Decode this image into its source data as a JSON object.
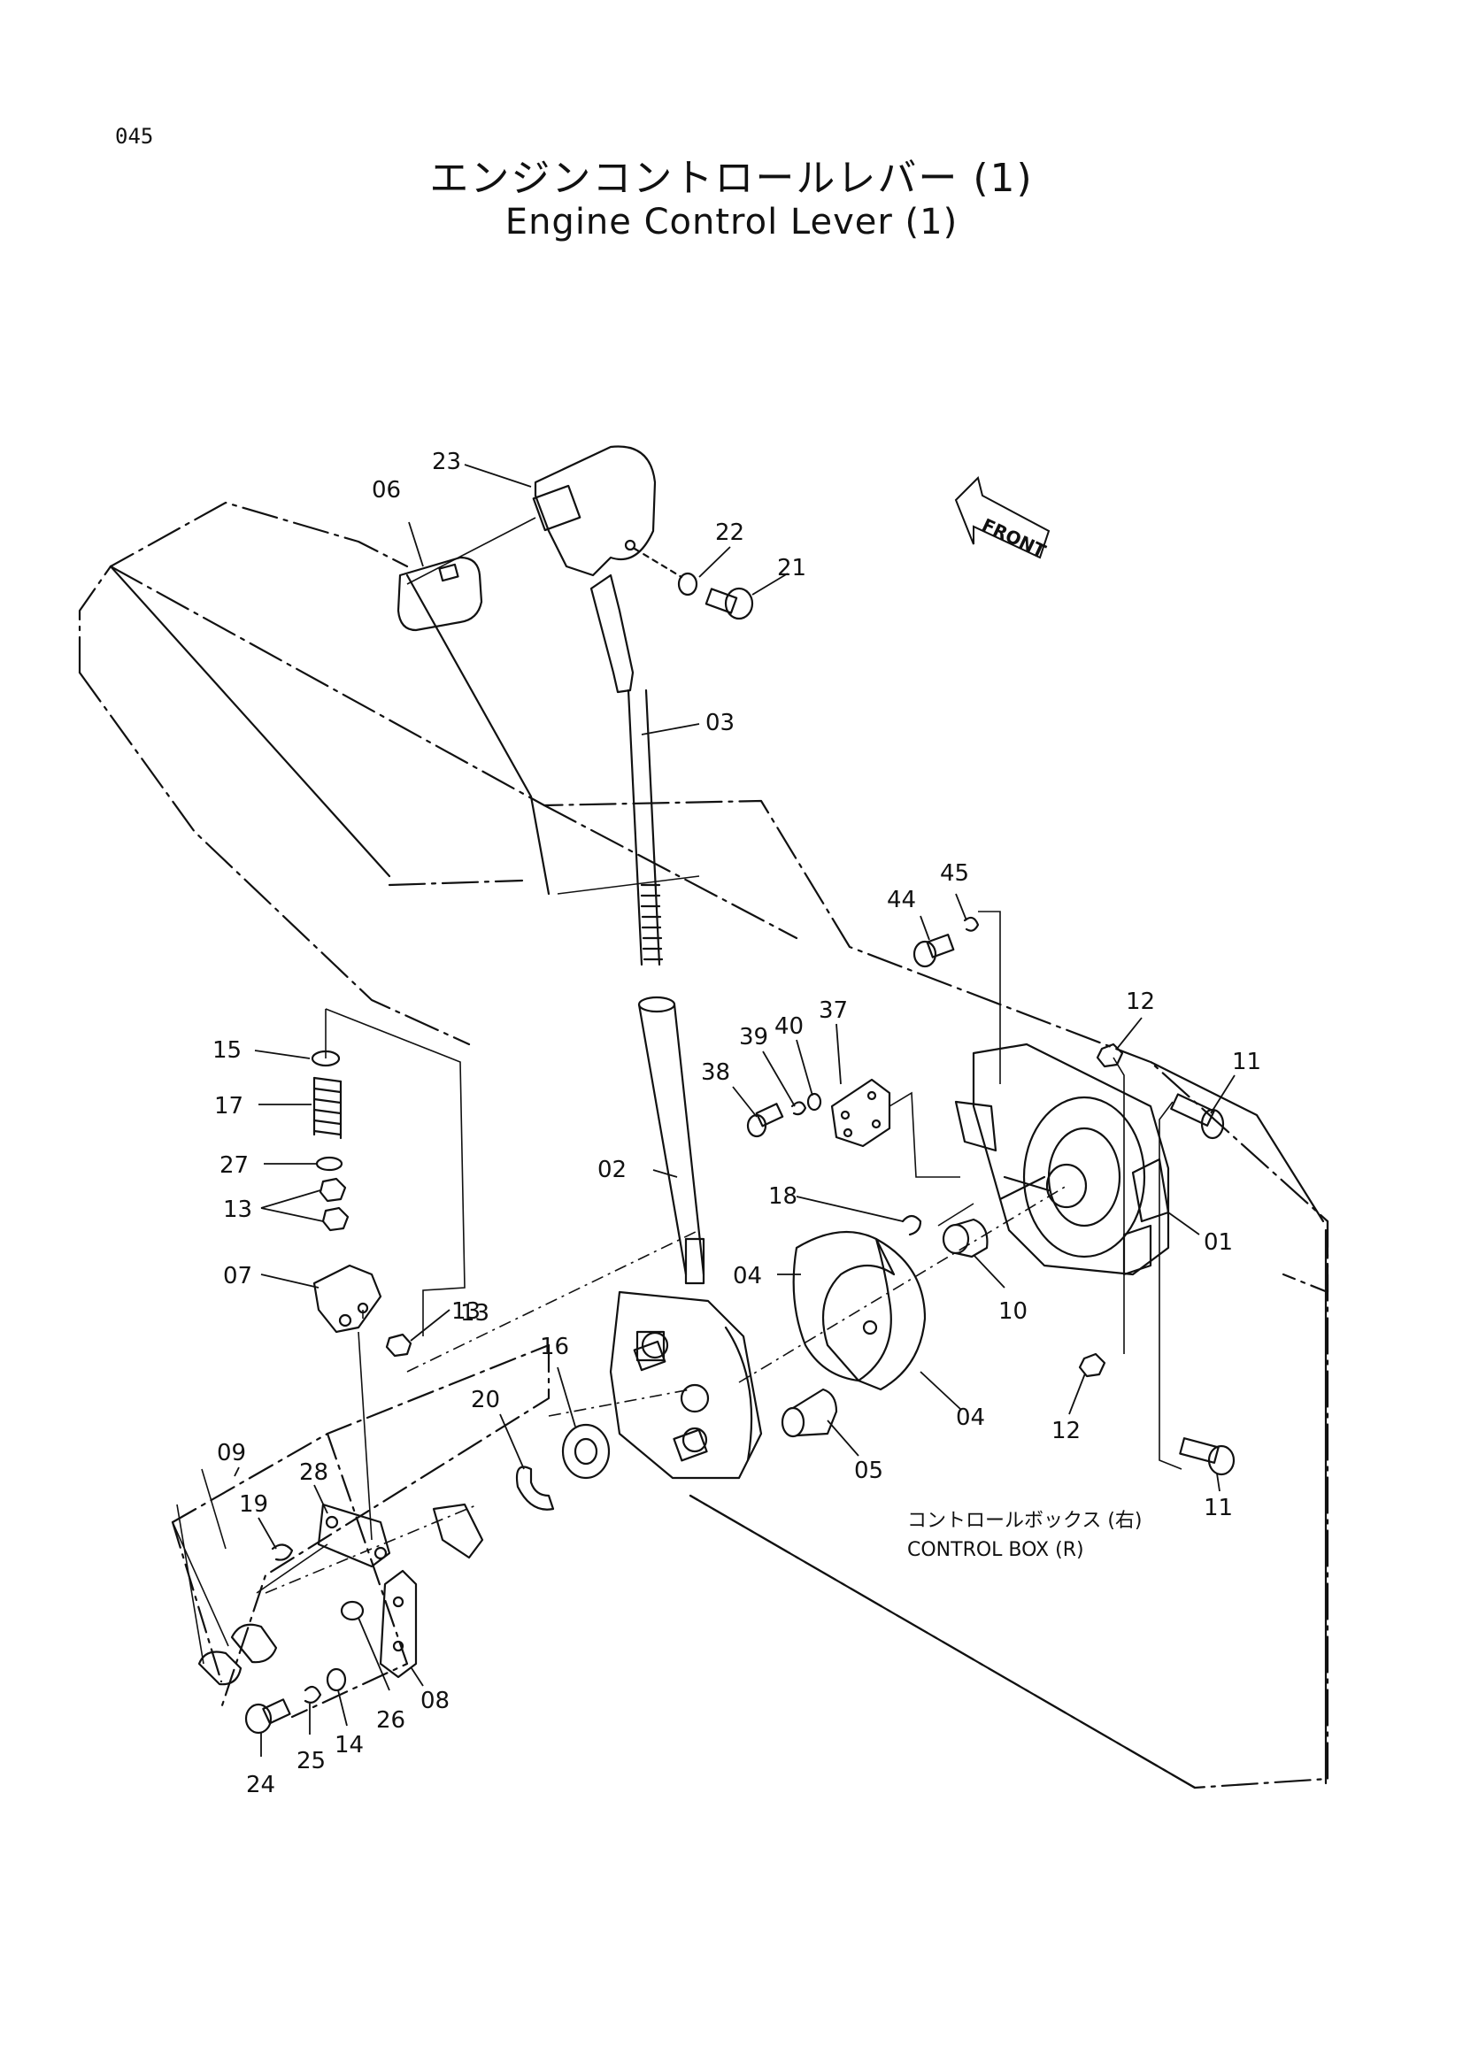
{
  "page_code": "045",
  "title_ja": "エンジンコントロールレバー (1)",
  "title_en": "Engine Control Lever (1)",
  "front_label": "FRONT",
  "control_box": {
    "label_ja": "コントロールボックス (右)",
    "label_en": "CONTROL BOX (R)"
  },
  "callouts": [
    "23",
    "06",
    "22",
    "21",
    "03",
    "44",
    "45",
    "12",
    "11",
    "15",
    "17",
    "27",
    "13",
    "13",
    "07",
    "37",
    "38",
    "39",
    "40",
    "02",
    "18",
    "04",
    "10",
    "01",
    "13",
    "16",
    "20",
    "04",
    "05",
    "12",
    "11",
    "09",
    "28",
    "19",
    "08",
    "26",
    "14",
    "25",
    "24"
  ]
}
